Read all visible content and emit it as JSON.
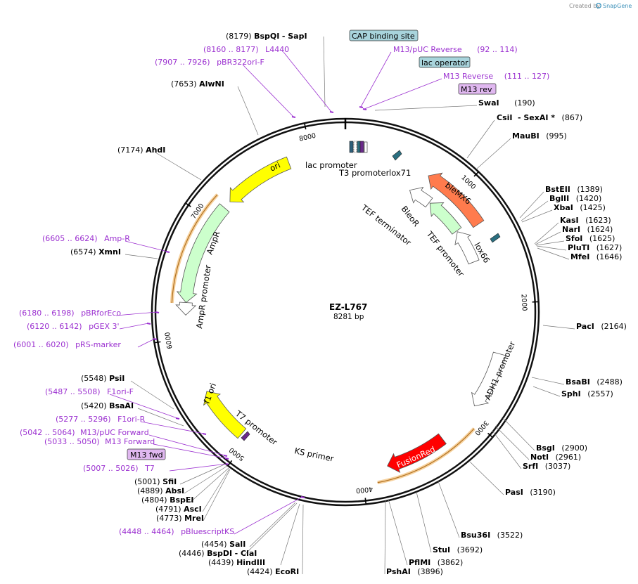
{
  "watermark": "Created by",
  "brand": "SnapGene",
  "plasmid": {
    "name": "EZ-L767",
    "length": "8281 bp",
    "total_bp": 8281
  },
  "ticks": [
    "1000",
    "2000",
    "3000",
    "4000",
    "5000",
    "6000",
    "7000",
    "8000"
  ],
  "tick_values": [
    1000,
    2000,
    3000,
    4000,
    5000,
    6000,
    7000,
    8000
  ],
  "colors": {
    "ori": "#ffff00",
    "ampr": "#ccffcc",
    "blemx6": "#ff7b4d",
    "fusionred": "#ff0000",
    "bleor": "#ccffcc",
    "lox": "#2a6f80",
    "primer": "#9b30d0",
    "orf_outline": "#f0b35c"
  },
  "features": [
    {
      "name": "ori",
      "label": "ori",
      "start": 7216,
      "end": 7804,
      "dir": -1,
      "track": 1,
      "kind": "arrow",
      "color": "#ffff00"
    },
    {
      "name": "ampr",
      "label": "AmpR",
      "start": 6289,
      "end": 7149,
      "dir": -1,
      "track": 1,
      "kind": "arrow",
      "color": "#ccffcc"
    },
    {
      "name": "ampr-promoter",
      "label": "AmpR promoter",
      "start": 6185,
      "end": 6289,
      "dir": -1,
      "track": 1,
      "kind": "arrow",
      "color": "#ffffff"
    },
    {
      "name": "f1-ori",
      "label": "f1 ori",
      "start": 5070,
      "end": 5526,
      "dir": 1,
      "track": 1,
      "kind": "arrow",
      "color": "#ffff00"
    },
    {
      "name": "blemx6",
      "label": "bleMX6",
      "start": 720,
      "end": 1300,
      "dir": -1,
      "track": 1,
      "kind": "arrow",
      "color": "#ff7b4d"
    },
    {
      "name": "fusionred",
      "label": "FusionRed",
      "start": 3280,
      "end": 3790,
      "dir": 1,
      "track": 1,
      "kind": "arrow",
      "color": "#ff0000"
    },
    {
      "name": "adh1-promoter",
      "label": "ADH1 promoter",
      "start": 2420,
      "end": 2900,
      "dir": 1,
      "track": 1,
      "kind": "arrow",
      "color": "#ffffff"
    },
    {
      "name": "bleor",
      "label": "BleoR",
      "start": 870,
      "end": 1240,
      "dir": -1,
      "track": 2,
      "kind": "arrow",
      "color": "#ccffcc"
    },
    {
      "name": "tef-promoter",
      "label": "TEF promoter",
      "start": 1250,
      "end": 1580,
      "dir": -1,
      "track": 2,
      "kind": "arrow",
      "color": "#ffffff"
    },
    {
      "name": "tef-terminator",
      "label": "TEF terminator",
      "start": 640,
      "end": 860,
      "dir": -1,
      "track": 2,
      "kind": "arrow",
      "color": "#ffffff"
    }
  ],
  "feature_labels": {
    "lac_promoter": "lac promoter",
    "t3_promoter": "T3 promoter",
    "lox71": "lox71",
    "lox66": "lox66",
    "bleo_r": "BleoR",
    "tef_promoter": "TEF promoter",
    "tef_terminator": "TEF terminator",
    "ampr": "AmpR",
    "ampr_promoter": "AmpR promoter",
    "t7_promoter": "T7 promoter",
    "ks_primer": "KS primer",
    "adh1_promoter": "ADH1 promoter",
    "ori": "ori",
    "f1_ori": "f1 ori",
    "blemx6": "bleMX6",
    "fusionred": "FusionRed"
  },
  "labels": [
    {
      "n": "BspQI",
      "p": "(8179)",
      "extra": "- SapI",
      "side": "top"
    },
    {
      "n": "AlwNI",
      "p": "(7653)"
    },
    {
      "n": "AhdI",
      "p": "(7174)"
    },
    {
      "n": "XmnI",
      "p": "(6574)"
    },
    {
      "n": "PsiI",
      "p": "(5548)"
    },
    {
      "n": "BsaAI",
      "p": "(5420)"
    },
    {
      "n": "SfiI",
      "p": "(5001)"
    },
    {
      "n": "AbsI",
      "p": "(4889)"
    },
    {
      "n": "BspEI",
      "p": "(4804)"
    },
    {
      "n": "AscI",
      "p": "(4791)"
    },
    {
      "n": "MreI",
      "p": "(4773)"
    },
    {
      "n": "SalI",
      "p": "(4454)"
    },
    {
      "n": "BspDI",
      "p": "(4446)",
      "extra": "- ClaI"
    },
    {
      "n": "HindIII",
      "p": "(4439)"
    },
    {
      "n": "EcoRI",
      "p": "(4424)"
    },
    {
      "n": "SwaI",
      "p": "(190)"
    },
    {
      "n": "CsiI",
      "p": "(867)",
      "extra": "- SexAI *"
    },
    {
      "n": "MauBI",
      "p": "(995)"
    },
    {
      "n": "BstEII",
      "p": "(1389)"
    },
    {
      "n": "BglII",
      "p": "(1420)"
    },
    {
      "n": "XbaI",
      "p": "(1425)"
    },
    {
      "n": "KasI",
      "p": "(1623)"
    },
    {
      "n": "NarI",
      "p": "(1624)"
    },
    {
      "n": "SfoI",
      "p": "(1625)"
    },
    {
      "n": "PluTI",
      "p": "(1627)"
    },
    {
      "n": "MfeI",
      "p": "(1646)"
    },
    {
      "n": "PacI",
      "p": "(2164)"
    },
    {
      "n": "BsaBI",
      "p": "(2488)"
    },
    {
      "n": "SphI",
      "p": "(2557)"
    },
    {
      "n": "BsgI",
      "p": "(2900)"
    },
    {
      "n": "NotI",
      "p": "(2961)"
    },
    {
      "n": "SrfI",
      "p": "(3037)"
    },
    {
      "n": "PasI",
      "p": "(3190)"
    },
    {
      "n": "Bsu36I",
      "p": "(3522)"
    },
    {
      "n": "StuI",
      "p": "(3692)"
    },
    {
      "n": "PflMI",
      "p": "(3862)"
    },
    {
      "n": "PshAI",
      "p": "(3896)"
    }
  ],
  "primers": [
    {
      "n": "L4440",
      "p": "(8160 .. 8177)"
    },
    {
      "n": "pBR322ori-F",
      "p": "(7907 .. 7926)"
    },
    {
      "n": "M13/pUC Reverse",
      "p": "(92 .. 114)"
    },
    {
      "n": "M13 Reverse",
      "p": "(111 .. 127)"
    },
    {
      "n": "Amp-R",
      "p": "(6605 .. 6624)"
    },
    {
      "n": "pBRforEco",
      "p": "(6180 .. 6198)"
    },
    {
      "n": "pGEX 3'",
      "p": "(6120 .. 6142)"
    },
    {
      "n": "pRS-marker",
      "p": "(6001 .. 6020)"
    },
    {
      "n": "F1ori-F",
      "p": "(5487 .. 5508)"
    },
    {
      "n": "F1ori-R",
      "p": "(5277 .. 5296)"
    },
    {
      "n": "M13/pUC Forward",
      "p": "(5042 .. 5064)"
    },
    {
      "n": "M13 Forward",
      "p": "(5033 .. 5050)"
    },
    {
      "n": "T7",
      "p": "(5007 .. 5026)"
    },
    {
      "n": "pBluescriptKS",
      "p": "(4448 .. 4464)"
    }
  ],
  "boxes": [
    {
      "name": "cap-binding-site",
      "text": "CAP binding site",
      "color": "#a8d4dc"
    },
    {
      "name": "lac-operator",
      "text": "lac operator",
      "color": "#a8d4dc"
    },
    {
      "name": "m13-rev",
      "text": "M13 rev",
      "color": "#e0b8f0"
    },
    {
      "name": "m13-fwd",
      "text": "M13 fwd",
      "color": "#e0b8f0"
    }
  ]
}
